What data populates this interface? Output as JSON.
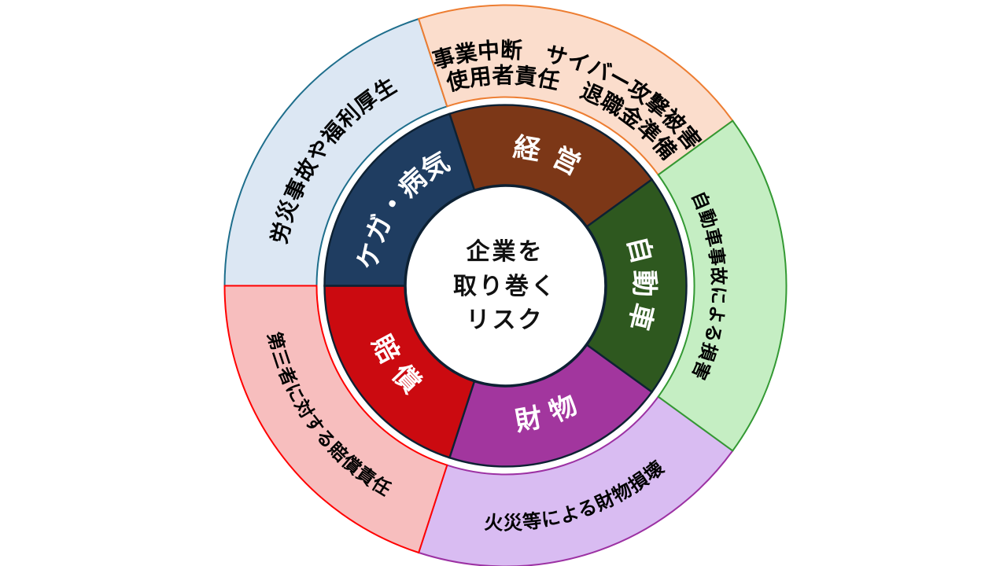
{
  "title": {
    "lines": [
      "企業を",
      "取り巻く",
      "リスク"
    ]
  },
  "inner_ring": {
    "outline_color": "#0D2133",
    "segments": [
      {
        "name": "management",
        "label": "経 営",
        "fill": "#7C3717",
        "text_color": "#FFFFFF"
      },
      {
        "name": "automobile",
        "label": "自動車",
        "fill": "#2E581F",
        "text_color": "#FFFFFF"
      },
      {
        "name": "property",
        "label": "財 物",
        "fill": "#A2369E",
        "text_color": "#FFFFFF"
      },
      {
        "name": "liability",
        "label": "賠 償",
        "fill": "#CB0A10",
        "text_color": "#FFFFFF"
      },
      {
        "name": "injury-illness",
        "label": "ケガ・病気",
        "fill": "#1F3D61",
        "text_color": "#FFFFFF"
      }
    ]
  },
  "outer_ring": {
    "segments": [
      {
        "name": "management-risks",
        "label_line1": "事業中断　サイバー攻撃被害",
        "label_line2": "使用者責任　退職金準備",
        "fill": "#FBDDCC",
        "stroke": "#ED7D31",
        "text_color": "#000000"
      },
      {
        "name": "automobile-risks",
        "label": "自動車事故による損害",
        "fill": "#C5EEC3",
        "stroke": "#339933",
        "text_color": "#000000"
      },
      {
        "name": "property-risks",
        "label": "火災等による財物損壊",
        "fill": "#D9BCF2",
        "stroke": "#9C31A3",
        "text_color": "#000000"
      },
      {
        "name": "liability-risks",
        "label": "第三者に対する賠償責任",
        "fill": "#F7BEBE",
        "stroke": "#FF0000",
        "text_color": "#000000"
      },
      {
        "name": "injury-risks",
        "label": "労災事故や福利厚生",
        "fill": "#DCE7F3",
        "stroke": "#1E6E8C",
        "text_color": "#000000"
      }
    ]
  },
  "center_circle": {
    "fill": "#FFFFFF"
  }
}
